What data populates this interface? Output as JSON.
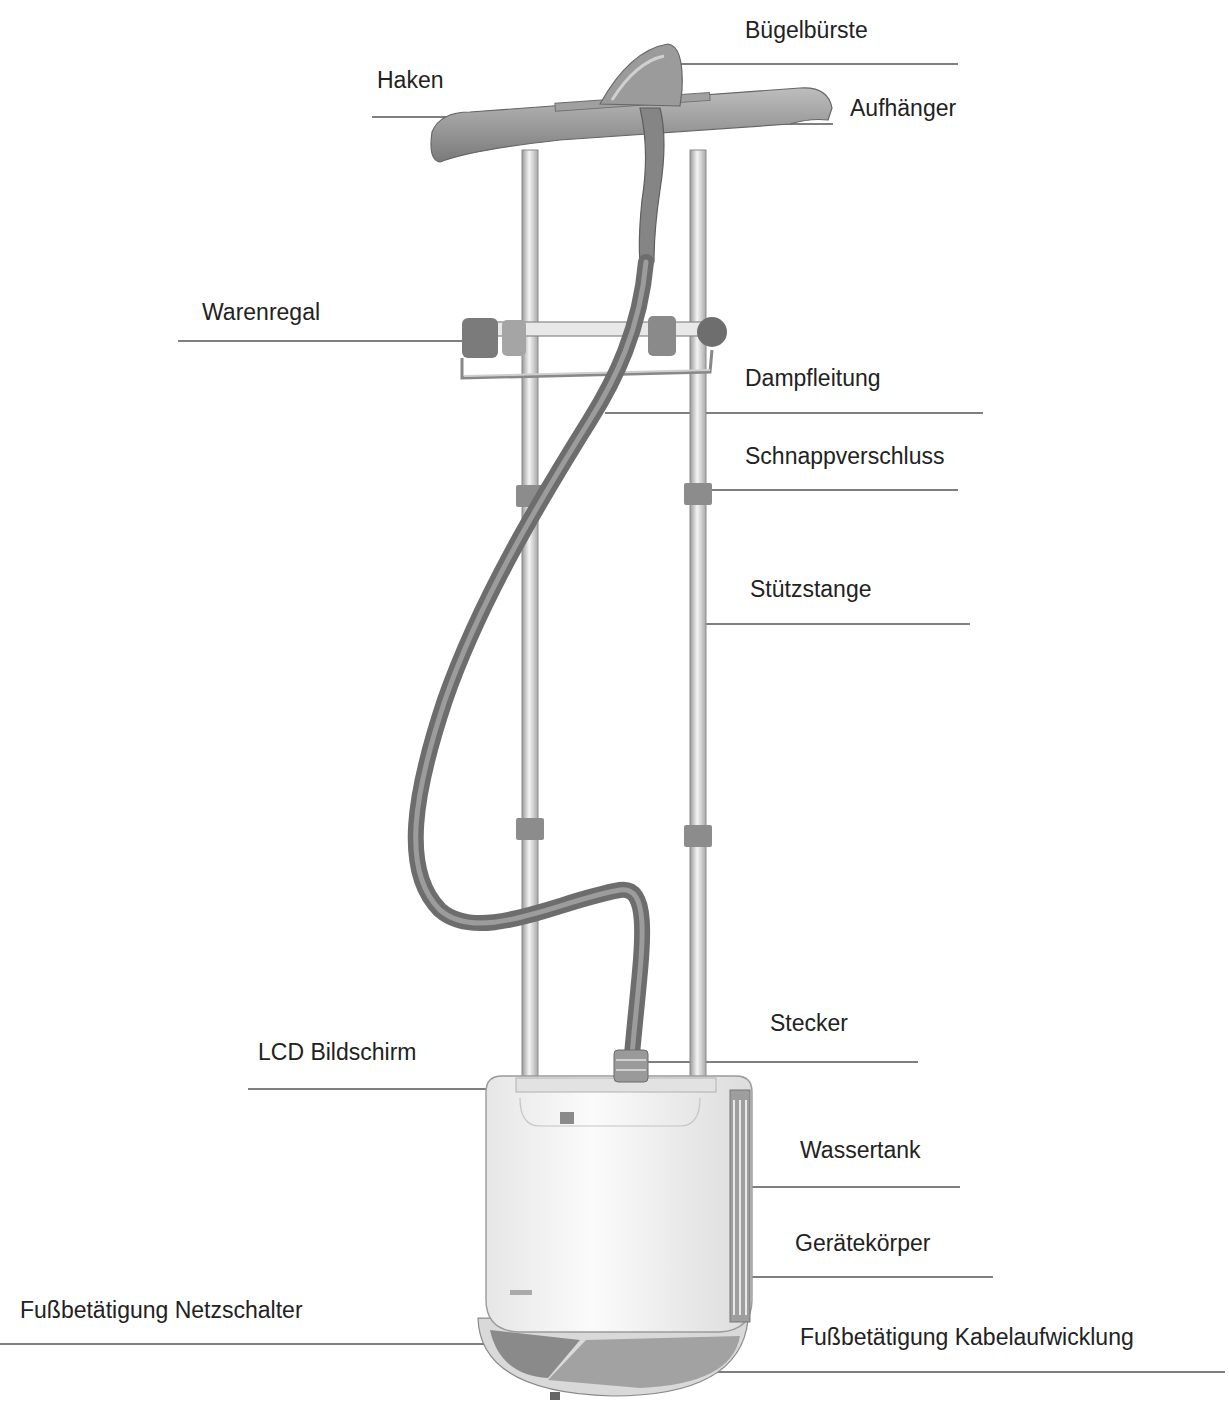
{
  "diagram": {
    "labels": [
      "Bügelbürste",
      "Haken",
      "Aufhänger",
      "Warenregal",
      "Dampfleitung",
      "Schnappverschluss",
      "Stützstange",
      "Stecker",
      "LCD Bildschirm",
      "Wassertank",
      "Gerätekörper",
      "Fußbetätigung Netzschalter",
      "Fußbetätigung Kabelaufwicklung"
    ]
  }
}
